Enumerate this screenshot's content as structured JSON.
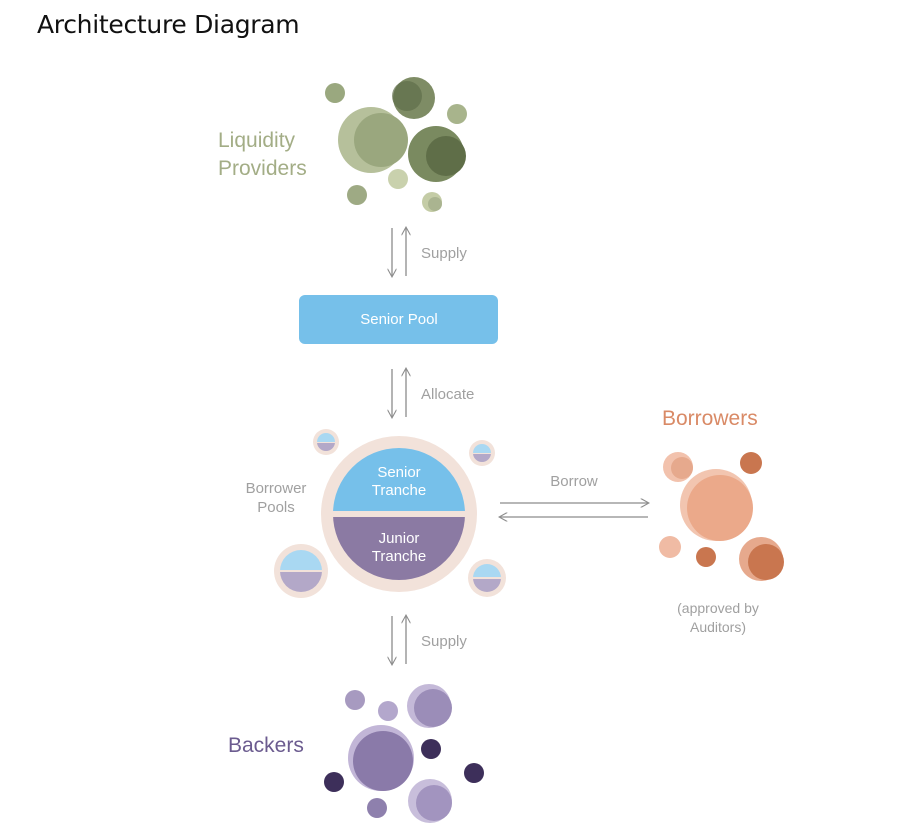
{
  "title": "Architecture Diagram",
  "groups": {
    "liquidity_line1": "Liquidity",
    "liquidity_line2": "Providers",
    "borrowers": "Borrowers",
    "backers": "Backers",
    "borrower_pools_line1": "Borrower",
    "borrower_pools_line2": "Pools",
    "approved_line1": "(approved by",
    "approved_line2": "Auditors)"
  },
  "nodes": {
    "senior_pool": "Senior Pool",
    "senior_tranche_line1": "Senior",
    "senior_tranche_line2": "Tranche",
    "junior_tranche_line1": "Junior",
    "junior_tranche_line2": "Tranche"
  },
  "flows": {
    "supply_top": "Supply",
    "allocate": "Allocate",
    "borrow": "Borrow",
    "supply_bottom": "Supply"
  },
  "colors": {
    "liquidity": "#a3ad86",
    "senior_pool": "#76c0ea",
    "borrowers": "#d98a66",
    "backers": "#6b5b8f",
    "junior": "#8b7aa3",
    "ring": "#f2e2da",
    "arrow": "#8c8c8c",
    "label": "#a0a0a0"
  }
}
